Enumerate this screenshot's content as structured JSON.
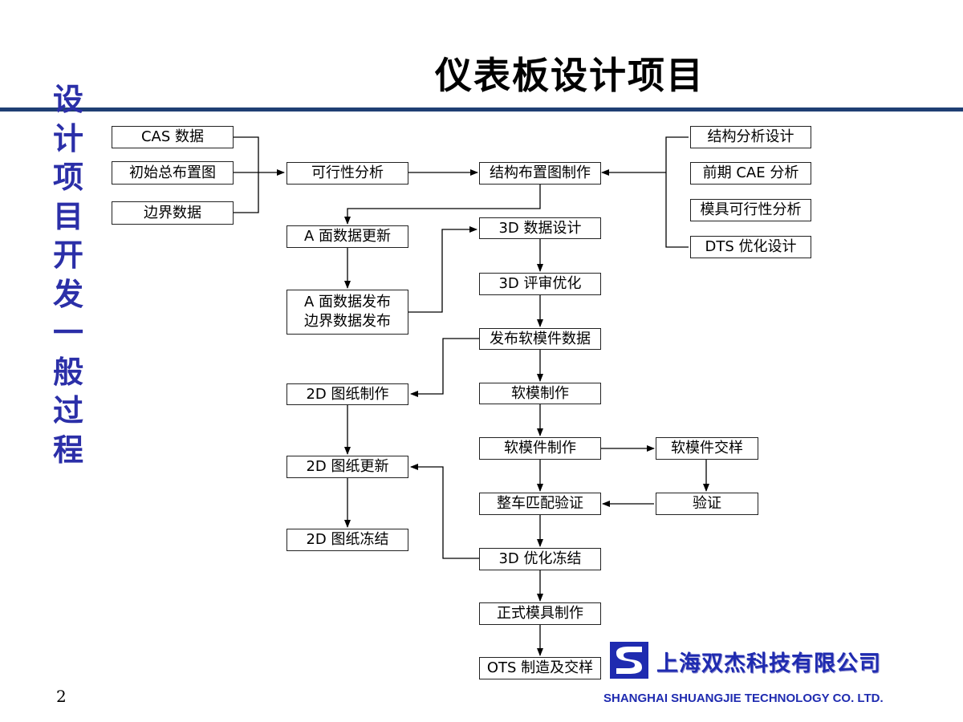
{
  "title": "仪表板设计项目",
  "vertical_title": [
    "设",
    "计",
    "项",
    "目",
    "开",
    "发",
    "一",
    "般",
    "过",
    "程"
  ],
  "page_number": "2",
  "company": {
    "name_cn": "上海双杰科技有限公司",
    "name_en": "SHANGHAI SHUANGJIE TECHNOLOGY CO. LTD."
  },
  "colors": {
    "title_blue": "#2b2fa8",
    "rule": "#1f3f73",
    "brand": "#1f2bb0"
  },
  "boxes": {
    "cas": "CAS 数据",
    "initial_layout": "初始总布置图",
    "boundary": "边界数据",
    "feasibility": "可行性分析",
    "structure_layout": "结构布置图制作",
    "struct_analysis": "结构分析设计",
    "cae": "前期 CAE 分析",
    "mold_feasibility": "模具可行性分析",
    "dts": "DTS 优化设计",
    "a_update": "A 面数据更新",
    "a_release_1": "A 面数据发布",
    "a_release_2": "边界数据发布",
    "data3d": "3D 数据设计",
    "review3d": "3D 评审优化",
    "soft_release": "发布软模件数据",
    "drawing2d": "2D 图纸制作",
    "soft_mold": "软模制作",
    "soft_part": "软模件制作",
    "soft_sample": "软模件交样",
    "update2d": "2D 图纸更新",
    "vehicle_match": "整车匹配验证",
    "verify": "验证",
    "freeze2d": "2D 图纸冻结",
    "freeze3d": "3D 优化冻结",
    "formal_mold": "正式模具制作",
    "ots": "OTS 制造及交样"
  }
}
